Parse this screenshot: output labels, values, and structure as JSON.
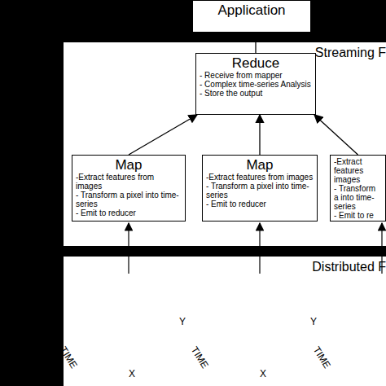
{
  "diagram": {
    "nodes": [
      {
        "text": [
          "Application"
        ]
      },
      {
        "text": [
          "Streaming F"
        ]
      },
      {
        "text": [
          "Reduce",
          "- Receive from mapper",
          "- Complex time-series Analysis",
          "- Store the output"
        ],
        "in": 1
      },
      {
        "text": [
          "Map",
          "-Extract features from images",
          "- Transform a pixel into time-series",
          "- Emit to reducer"
        ],
        "in": 1
      },
      {
        "text": [
          "Map",
          "-Extract features from images",
          "- Transform a pixel into time-series",
          "- Emit to reducer"
        ],
        "in": 1
      },
      {
        "text": [
          "-Extract features images",
          "- Transform a into time-series",
          "- Emit to re"
        ],
        "in": 1
      },
      {
        "text": [
          "Distributed F"
        ]
      }
    ],
    "edges": [
      {
        "from": 3,
        "to": 2,
        "arrow": "to"
      },
      {
        "from": 4,
        "to": 2,
        "arrow": "to"
      },
      {
        "from": 5,
        "to": 2,
        "arrow": "to"
      },
      {
        "from": 2,
        "to": 0,
        "arrow": "none"
      }
    ],
    "labels": [
      "TIME",
      "X",
      "Y",
      "TIME",
      "X",
      "Y",
      "TIME"
    ]
  }
}
